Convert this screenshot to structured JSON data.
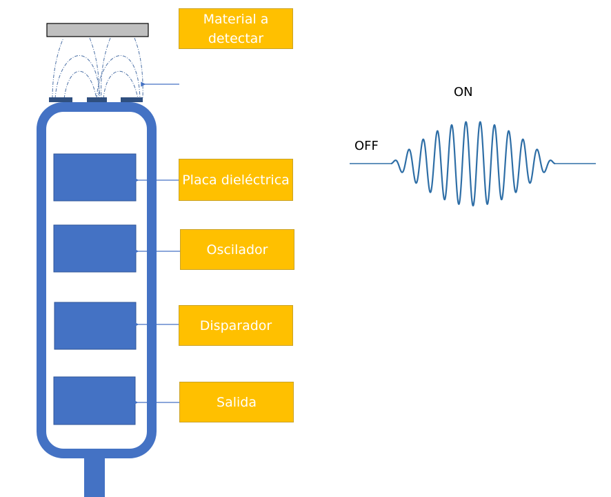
{
  "colors": {
    "sensor_body": "#4472c4",
    "sensor_inner_block": "#4472c4",
    "electrode": "#2f4f7f",
    "target_material": "#bfbfbf",
    "label_fill": "#ffc000",
    "label_text": "#ffffff",
    "arrow": "#4472c4",
    "wave": "#2e6ea6"
  },
  "labels": {
    "material": "Material a detectar",
    "placa": "Placa dieléctrica",
    "oscilador": "Oscilador",
    "disparador": "Disparador",
    "salida": "Salida"
  },
  "wave": {
    "on_label": "ON",
    "off_label": "OFF"
  }
}
